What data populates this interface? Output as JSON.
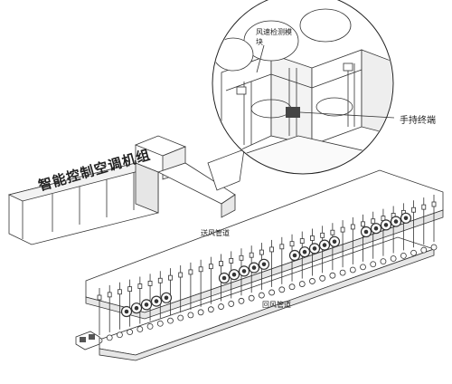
{
  "labels": {
    "unit": "智能控制空调机组",
    "supply_duct": "送风管道",
    "return_duct": "回风管道",
    "speed_module": "风速检测模块",
    "handheld_terminal": "手持终端"
  },
  "colors": {
    "line": "#333333",
    "fill": "#ffffff",
    "shade": "#d9d9d9"
  },
  "icons": [
    "magnifier-circle",
    "fan-unit",
    "damper-valve",
    "handheld-device"
  ]
}
